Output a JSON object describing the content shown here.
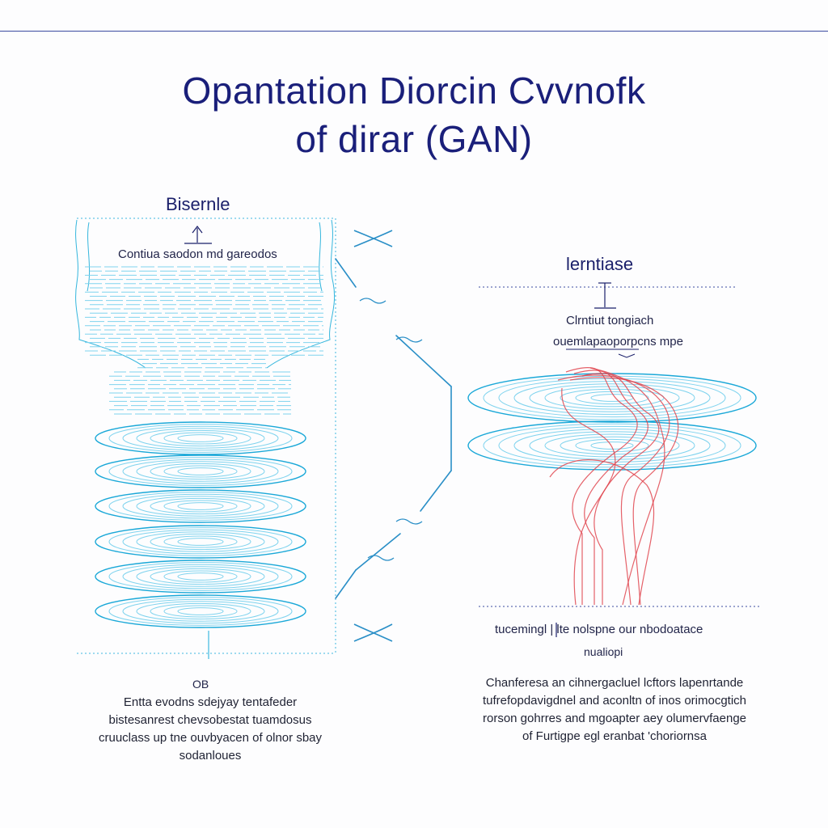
{
  "title": {
    "line1": "Opantation Diorcin Cvvnofk",
    "line2": "of dirar (GAN)"
  },
  "left_panel": {
    "heading": "Bisernle",
    "sublabel": "Contiua saodon md gareodos",
    "bottom_tag": "OB",
    "caption": [
      "Entta evodns sdejyay tentafeder",
      "bistesanrest chevsobestat tuamdosus",
      "cruuclass up tne ouvbyacen of olnor sbay",
      "sodanloues"
    ]
  },
  "right_panel": {
    "heading": "lerntiase",
    "sublabel1": "Clrntiut tongiach",
    "sublabel2": "ouemlapaoporpcns mpe",
    "bottom_label1": "tucemingl | lte nolspne our nbodoatace",
    "bottom_label2": "nualiopi",
    "caption": [
      "Chanferesa an cihnergacluel lcftors lapenrtande",
      "tufrefopdavigdnel and aconltn of inos orimocgtich",
      "rorson gohrres and mgoapter aey olumervfaenge",
      "of Furtigpe egl eranbat 'choriornsa"
    ]
  },
  "colors": {
    "title": "#1a1f7a",
    "cyan_lines": "#1aa8d8",
    "cyan_light": "#7fd3ee",
    "red_lines": "#e0454f",
    "connector": "#2a8fc7"
  }
}
